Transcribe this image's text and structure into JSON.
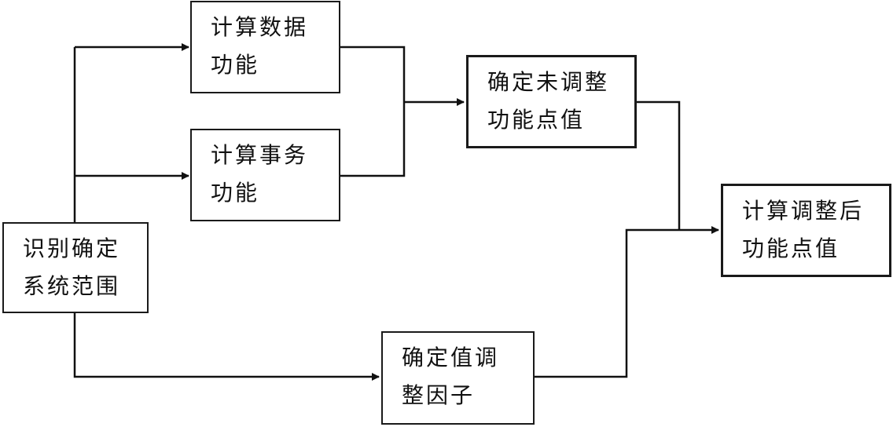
{
  "nodes": {
    "identify": {
      "line1": "识别确定",
      "line2": "系统范围"
    },
    "calc_data": {
      "line1": "计算数据",
      "line2": "功能"
    },
    "calc_trans": {
      "line1": "计算事务",
      "line2": "功能"
    },
    "unadjusted": {
      "line1": "确定未调整",
      "line2": "功能点值"
    },
    "adjust_factor": {
      "line1": "确定值调",
      "line2": "整因子"
    },
    "adjusted": {
      "line1": "计算调整后",
      "line2": "功能点值"
    }
  },
  "colors": {
    "line": "#111111",
    "border": "#1a1a1a",
    "text": "#111111"
  }
}
